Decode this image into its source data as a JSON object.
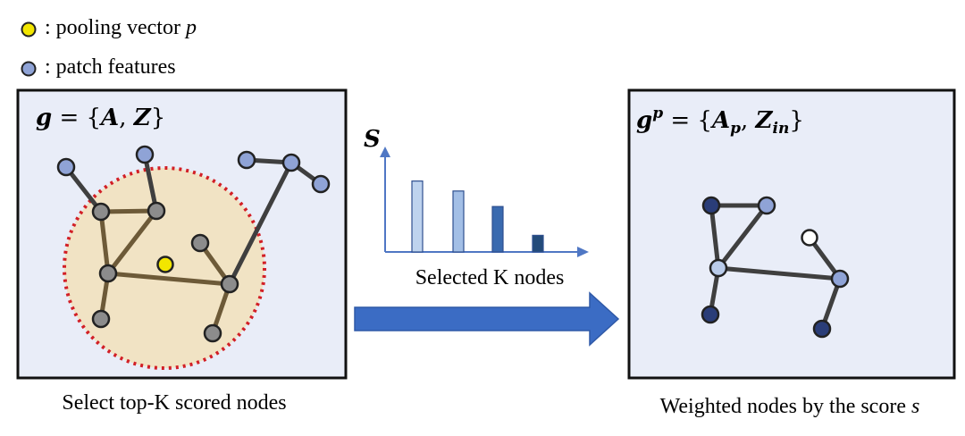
{
  "legend": {
    "pooling_label": ": pooling vector ",
    "pooling_symbol": "p",
    "patch_label": ": patch features"
  },
  "left_panel": {
    "formula": {
      "lhs": "g",
      "eq": " = {",
      "a": "A",
      "comma": ", ",
      "z": "Z",
      "close": "}"
    },
    "caption": "Select top-K scored nodes"
  },
  "middle": {
    "score_symbol": "S",
    "caption": "Selected K nodes",
    "scores": [
      0.64,
      0.55,
      0.41,
      0.15
    ]
  },
  "right_panel": {
    "formula": {
      "lhs": "g",
      "sup": "p",
      "eq": " = {",
      "a": "A",
      "a_sub": "p",
      "comma": ", ",
      "z": "Z",
      "z_sub": "in",
      "close": "}"
    },
    "caption_text": "Weighted nodes by the score ",
    "caption_symbol": "s"
  },
  "colors": {
    "panel_bg": "#e9edf8",
    "pool_region_fill": "#f1e3c4",
    "pool_region_border": "#d21f26",
    "patch_node": "#8fa3d6",
    "selected_node": "#8c8c8c",
    "pooling_vector": "#f2e600",
    "edge_dark": "#3f3f3f",
    "edge_selected": "#6d5a38",
    "arrow": "#3b6cc4",
    "axis": "#4f77c4",
    "bar_1": "#bed3ee",
    "bar_2": "#a3bfe6",
    "bar_3": "#3a6aaf",
    "bar_4": "#234b7a",
    "node_dark": "#2a3d78",
    "node_light": "#b9cbe9",
    "node_white": "#ffffff"
  }
}
